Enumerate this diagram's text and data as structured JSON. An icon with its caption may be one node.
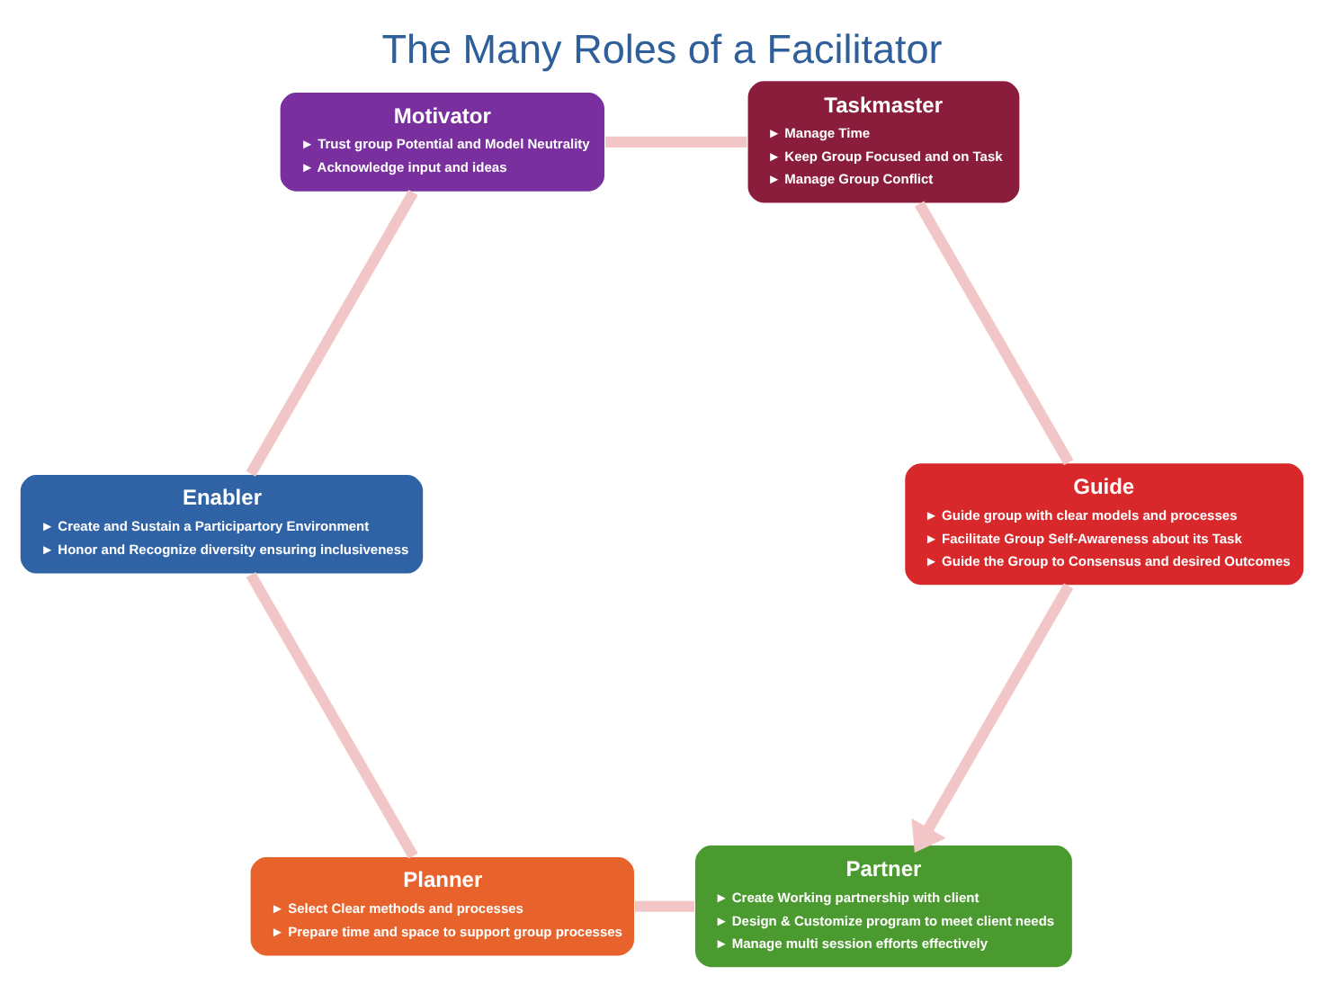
{
  "diagram": {
    "title": "The Many Roles of a Facilitator",
    "nodes": [
      {
        "text": [
          "Partner",
          "► Create Working partnership with client",
          "► Design & Customize program to meet client needs",
          "► Manage multi session efforts effectively"
        ]
      },
      {
        "text": [
          "Planner",
          "► Select Clear methods and processes",
          "► Prepare time and space to support group processes"
        ]
      },
      {
        "text": [
          "Enabler",
          "► Create and Sustain a Participartory Environment",
          "► Honor and Recognize diversity ensuring inclusiveness"
        ]
      },
      {
        "text": [
          "Motivator",
          "► Trust group Potential and Model Neutrality",
          "► Acknowledge input and ideas"
        ]
      },
      {
        "text": [
          "Taskmaster",
          "► Manage Time",
          "► Keep Group Focused and on Task",
          "► Manage Group Conflict"
        ]
      },
      {
        "text": [
          "Guide",
          "► Guide group with clear models and processes",
          "► Facilitate Group Self-Awareness about its Task",
          "► Guide the Group to Consensus and desired Outcomes"
        ]
      }
    ],
    "edges": [
      {
        "from": 0,
        "to": 1,
        "arrow": "none"
      },
      {
        "from": 1,
        "to": 2,
        "arrow": "none"
      },
      {
        "from": 2,
        "to": 3,
        "arrow": "none"
      },
      {
        "from": 3,
        "to": 4,
        "arrow": "none"
      },
      {
        "from": 4,
        "to": 5,
        "arrow": "none"
      },
      {
        "from": 5,
        "to": 0,
        "arrow": "to"
      }
    ]
  }
}
